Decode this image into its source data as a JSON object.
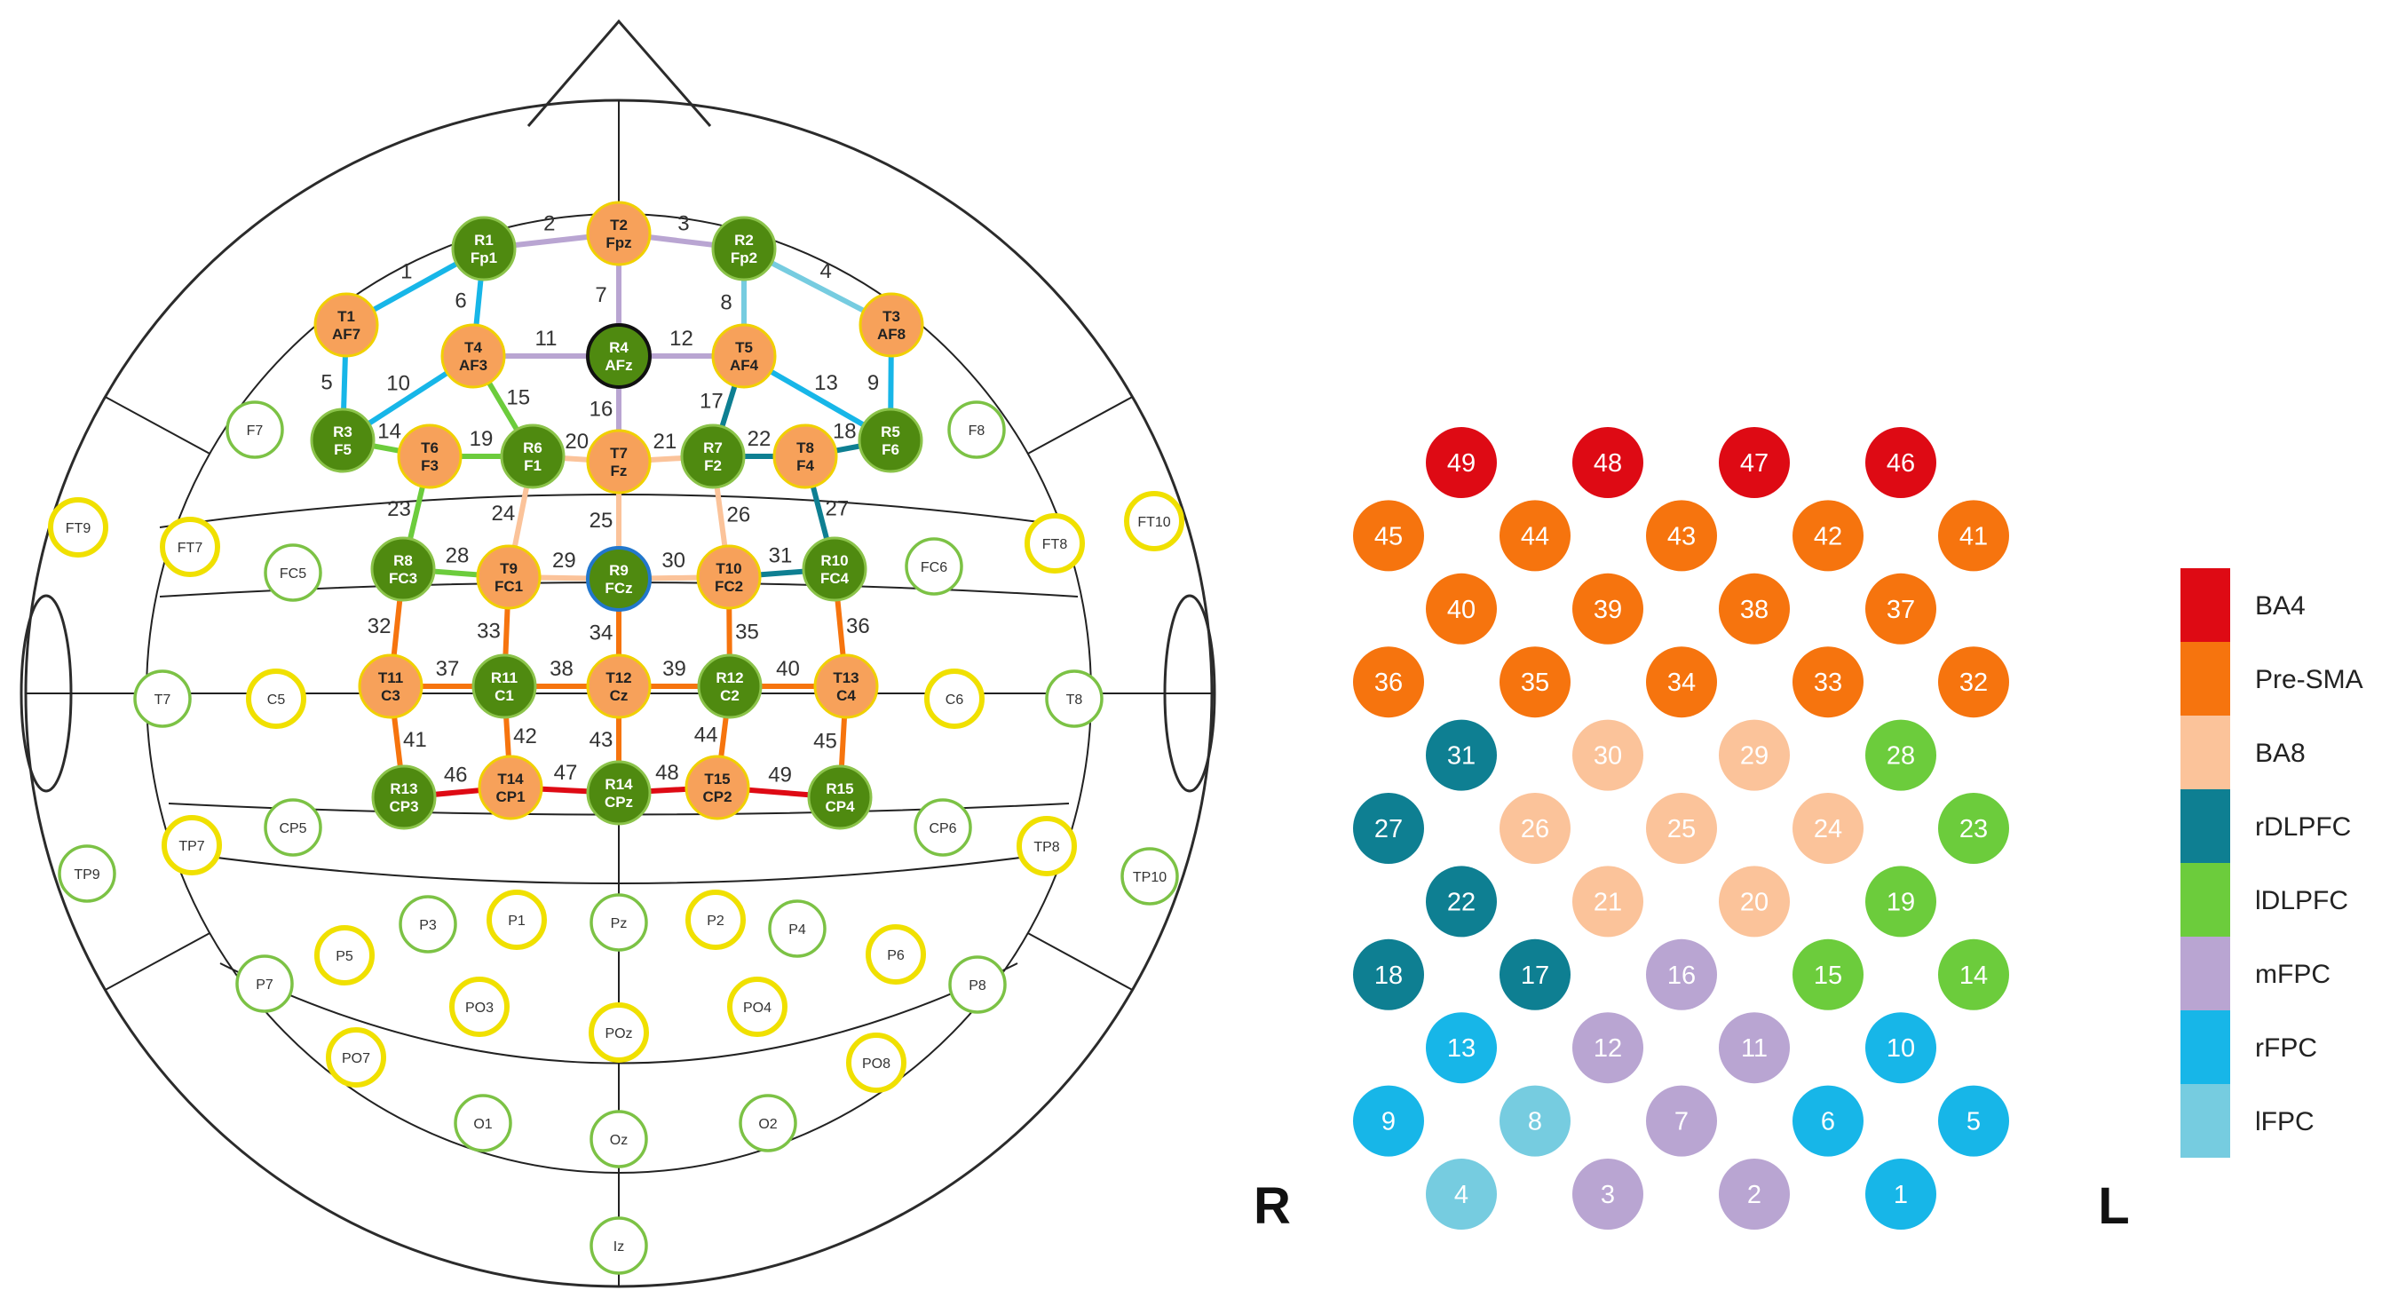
{
  "colors": {
    "outline": "#2b2b2b",
    "grid": "#222222",
    "source_fill": "#4f8a10",
    "detector_fill": "#f7a15a",
    "optode_ring_source": "#8bc34a",
    "optode_ring_detector": "#f0d000",
    "optode_ring_r4": "#111111",
    "optode_ring_r9": "#2277cc",
    "ring_yellow": "#f0e000",
    "ring_green": "#7cc245",
    "BA4": "#de0a14",
    "Pre-SMA": "#f6740e",
    "BA8": "#fbc39a",
    "rDLPFC": "#0e7f92",
    "lDLPFC": "#6ccc3c",
    "mFPC": "#b9a5d2",
    "rFPC": "#17b6e8",
    "lFPC": "#76cce0",
    "channel_number": "#333333"
  },
  "headmap": {
    "optodes": [
      {
        "id": "R1",
        "label": "R1",
        "pos": "Fp1",
        "kind": "source"
      },
      {
        "id": "T2",
        "label": "T2",
        "pos": "Fpz",
        "kind": "detector"
      },
      {
        "id": "R2",
        "label": "R2",
        "pos": "Fp2",
        "kind": "source"
      },
      {
        "id": "T1",
        "label": "T1",
        "pos": "AF7",
        "kind": "detector"
      },
      {
        "id": "T4",
        "label": "T4",
        "pos": "AF3",
        "kind": "detector"
      },
      {
        "id": "R4",
        "label": "R4",
        "pos": "AFz",
        "kind": "source"
      },
      {
        "id": "T5",
        "label": "T5",
        "pos": "AF4",
        "kind": "detector"
      },
      {
        "id": "T3",
        "label": "T3",
        "pos": "AF8",
        "kind": "detector"
      },
      {
        "id": "R3",
        "label": "R3",
        "pos": "F5",
        "kind": "source"
      },
      {
        "id": "T6",
        "label": "T6",
        "pos": "F3",
        "kind": "detector"
      },
      {
        "id": "R6",
        "label": "R6",
        "pos": "F1",
        "kind": "source"
      },
      {
        "id": "T7",
        "label": "T7",
        "pos": "Fz",
        "kind": "detector"
      },
      {
        "id": "R7",
        "label": "R7",
        "pos": "F2",
        "kind": "source"
      },
      {
        "id": "T8",
        "label": "T8",
        "pos": "F4",
        "kind": "detector"
      },
      {
        "id": "R5",
        "label": "R5",
        "pos": "F6",
        "kind": "source"
      },
      {
        "id": "R8",
        "label": "R8",
        "pos": "FC3",
        "kind": "source"
      },
      {
        "id": "T9",
        "label": "T9",
        "pos": "FC1",
        "kind": "detector"
      },
      {
        "id": "R9",
        "label": "R9",
        "pos": "FCz",
        "kind": "source"
      },
      {
        "id": "T10",
        "label": "T10",
        "pos": "FC2",
        "kind": "detector"
      },
      {
        "id": "R10",
        "label": "R10",
        "pos": "FC4",
        "kind": "source"
      },
      {
        "id": "T11",
        "label": "T11",
        "pos": "C3",
        "kind": "detector"
      },
      {
        "id": "R11",
        "label": "R11",
        "pos": "C1",
        "kind": "source"
      },
      {
        "id": "T12",
        "label": "T12",
        "pos": "Cz",
        "kind": "detector"
      },
      {
        "id": "R12",
        "label": "R12",
        "pos": "C2",
        "kind": "source"
      },
      {
        "id": "T13",
        "label": "T13",
        "pos": "C4",
        "kind": "detector"
      },
      {
        "id": "R13",
        "label": "R13",
        "pos": "CP3",
        "kind": "source"
      },
      {
        "id": "T14",
        "label": "T14",
        "pos": "CP1",
        "kind": "detector"
      },
      {
        "id": "R14",
        "label": "R14",
        "pos": "CPz",
        "kind": "source"
      },
      {
        "id": "T15",
        "label": "T15",
        "pos": "CP2",
        "kind": "detector"
      },
      {
        "id": "R15",
        "label": "R15",
        "pos": "CP4",
        "kind": "source"
      }
    ],
    "electrodes": [
      {
        "label": "F7",
        "ring": "green"
      },
      {
        "label": "F8",
        "ring": "green"
      },
      {
        "label": "FT9",
        "ring": "yellow"
      },
      {
        "label": "FT7",
        "ring": "yellow"
      },
      {
        "label": "FC5",
        "ring": "green"
      },
      {
        "label": "FC6",
        "ring": "green"
      },
      {
        "label": "FT8",
        "ring": "yellow"
      },
      {
        "label": "FT10",
        "ring": "yellow"
      },
      {
        "label": "T7",
        "ring": "green"
      },
      {
        "label": "C5",
        "ring": "yellow"
      },
      {
        "label": "C6",
        "ring": "yellow"
      },
      {
        "label": "T8",
        "ring": "green"
      },
      {
        "label": "TP9",
        "ring": "green"
      },
      {
        "label": "TP7",
        "ring": "yellow"
      },
      {
        "label": "CP5",
        "ring": "green"
      },
      {
        "label": "CP6",
        "ring": "green"
      },
      {
        "label": "TP8",
        "ring": "yellow"
      },
      {
        "label": "TP10",
        "ring": "green"
      },
      {
        "label": "P7",
        "ring": "green"
      },
      {
        "label": "P5",
        "ring": "yellow"
      },
      {
        "label": "P3",
        "ring": "green"
      },
      {
        "label": "P1",
        "ring": "yellow"
      },
      {
        "label": "Pz",
        "ring": "green"
      },
      {
        "label": "P2",
        "ring": "yellow"
      },
      {
        "label": "P4",
        "ring": "green"
      },
      {
        "label": "P6",
        "ring": "yellow"
      },
      {
        "label": "P8",
        "ring": "green"
      },
      {
        "label": "PO7",
        "ring": "yellow"
      },
      {
        "label": "PO3",
        "ring": "yellow"
      },
      {
        "label": "POz",
        "ring": "yellow"
      },
      {
        "label": "PO4",
        "ring": "yellow"
      },
      {
        "label": "PO8",
        "ring": "yellow"
      },
      {
        "label": "O1",
        "ring": "green"
      },
      {
        "label": "Oz",
        "ring": "green"
      },
      {
        "label": "O2",
        "ring": "green"
      },
      {
        "label": "Iz",
        "ring": "green"
      }
    ],
    "channels": [
      {
        "n": "1",
        "a": "T1",
        "b": "R1",
        "region": "rFPC"
      },
      {
        "n": "2",
        "a": "R1",
        "b": "T2",
        "region": "mFPC"
      },
      {
        "n": "3",
        "a": "T2",
        "b": "R2",
        "region": "mFPC"
      },
      {
        "n": "4",
        "a": "R2",
        "b": "T3",
        "region": "lFPC"
      },
      {
        "n": "5",
        "a": "T1",
        "b": "R3",
        "region": "rFPC"
      },
      {
        "n": "6",
        "a": "R1",
        "b": "T4",
        "region": "rFPC"
      },
      {
        "n": "7",
        "a": "T2",
        "b": "R4",
        "region": "mFPC"
      },
      {
        "n": "8",
        "a": "R2",
        "b": "T5",
        "region": "lFPC"
      },
      {
        "n": "9",
        "a": "T3",
        "b": "R5",
        "region": "rFPC"
      },
      {
        "n": "10",
        "a": "T4",
        "b": "R3",
        "region": "rFPC"
      },
      {
        "n": "11",
        "a": "T4",
        "b": "R4",
        "region": "mFPC"
      },
      {
        "n": "12",
        "a": "R4",
        "b": "T5",
        "region": "mFPC"
      },
      {
        "n": "13",
        "a": "T5",
        "b": "R5",
        "region": "rFPC"
      },
      {
        "n": "14",
        "a": "R3",
        "b": "T6",
        "region": "lDLPFC"
      },
      {
        "n": "15",
        "a": "T4",
        "b": "R6",
        "region": "lDLPFC"
      },
      {
        "n": "16",
        "a": "R4",
        "b": "T7",
        "region": "mFPC"
      },
      {
        "n": "17",
        "a": "T5",
        "b": "R7",
        "region": "rDLPFC"
      },
      {
        "n": "18",
        "a": "T8",
        "b": "R5",
        "region": "rDLPFC"
      },
      {
        "n": "19",
        "a": "T6",
        "b": "R6",
        "region": "lDLPFC"
      },
      {
        "n": "20",
        "a": "R6",
        "b": "T7",
        "region": "BA8"
      },
      {
        "n": "21",
        "a": "T7",
        "b": "R7",
        "region": "BA8"
      },
      {
        "n": "22",
        "a": "R7",
        "b": "T8",
        "region": "rDLPFC"
      },
      {
        "n": "23",
        "a": "T6",
        "b": "R8",
        "region": "lDLPFC"
      },
      {
        "n": "24",
        "a": "R6",
        "b": "T9",
        "region": "BA8"
      },
      {
        "n": "25",
        "a": "T7",
        "b": "R9",
        "region": "BA8"
      },
      {
        "n": "26",
        "a": "R7",
        "b": "T10",
        "region": "BA8"
      },
      {
        "n": "27",
        "a": "T8",
        "b": "R10",
        "region": "rDLPFC"
      },
      {
        "n": "28",
        "a": "R8",
        "b": "T9",
        "region": "lDLPFC"
      },
      {
        "n": "29",
        "a": "T9",
        "b": "R9",
        "region": "BA8"
      },
      {
        "n": "30",
        "a": "R9",
        "b": "T10",
        "region": "BA8"
      },
      {
        "n": "31",
        "a": "T10",
        "b": "R10",
        "region": "rDLPFC"
      },
      {
        "n": "32",
        "a": "R8",
        "b": "T11",
        "region": "Pre-SMA"
      },
      {
        "n": "33",
        "a": "T9",
        "b": "R11",
        "region": "Pre-SMA"
      },
      {
        "n": "34",
        "a": "R9",
        "b": "T12",
        "region": "Pre-SMA"
      },
      {
        "n": "35",
        "a": "T10",
        "b": "R12",
        "region": "Pre-SMA"
      },
      {
        "n": "36",
        "a": "R10",
        "b": "T13",
        "region": "Pre-SMA"
      },
      {
        "n": "37",
        "a": "T11",
        "b": "R11",
        "region": "Pre-SMA"
      },
      {
        "n": "38",
        "a": "R11",
        "b": "T12",
        "region": "Pre-SMA"
      },
      {
        "n": "39",
        "a": "T12",
        "b": "R12",
        "region": "Pre-SMA"
      },
      {
        "n": "40",
        "a": "R12",
        "b": "T13",
        "region": "Pre-SMA"
      },
      {
        "n": "41",
        "a": "T11",
        "b": "R13",
        "region": "Pre-SMA"
      },
      {
        "n": "42",
        "a": "R11",
        "b": "T14",
        "region": "Pre-SMA"
      },
      {
        "n": "43",
        "a": "T12",
        "b": "R14",
        "region": "Pre-SMA"
      },
      {
        "n": "44",
        "a": "R12",
        "b": "T15",
        "region": "Pre-SMA"
      },
      {
        "n": "45",
        "a": "T13",
        "b": "R15",
        "region": "Pre-SMA"
      },
      {
        "n": "46",
        "a": "R13",
        "b": "T14",
        "region": "BA4"
      },
      {
        "n": "47",
        "a": "T14",
        "b": "R14",
        "region": "BA4"
      },
      {
        "n": "48",
        "a": "R14",
        "b": "T15",
        "region": "BA4"
      },
      {
        "n": "49",
        "a": "T15",
        "b": "R15",
        "region": "BA4"
      }
    ]
  },
  "channel_grid": {
    "rows": [
      [
        "49",
        "48",
        "47",
        "46"
      ],
      [
        "45",
        "44",
        "43",
        "42",
        "41"
      ],
      [
        "40",
        "39",
        "38",
        "37"
      ],
      [
        "36",
        "35",
        "34",
        "33",
        "32"
      ],
      [
        "31",
        "30",
        "29",
        "28"
      ],
      [
        "27",
        "26",
        "25",
        "24",
        "23"
      ],
      [
        "22",
        "21",
        "20",
        "19"
      ],
      [
        "18",
        "17",
        "16",
        "15",
        "14"
      ],
      [
        "13",
        "12",
        "11",
        "10"
      ],
      [
        "9",
        "8",
        "7",
        "6",
        "5"
      ],
      [
        "4",
        "3",
        "2",
        "1"
      ]
    ],
    "label_right_side": "R",
    "label_left_side": "L"
  },
  "legend": [
    {
      "key": "BA4",
      "label": "BA4"
    },
    {
      "key": "Pre-SMA",
      "label": "Pre-SMA"
    },
    {
      "key": "BA8",
      "label": "BA8"
    },
    {
      "key": "rDLPFC",
      "label": "rDLPFC"
    },
    {
      "key": "lDLPFC",
      "label": "lDLPFC"
    },
    {
      "key": "mFPC",
      "label": "mFPC"
    },
    {
      "key": "rFPC",
      "label": "rFPC"
    },
    {
      "key": "lFPC",
      "label": "lFPC"
    }
  ]
}
